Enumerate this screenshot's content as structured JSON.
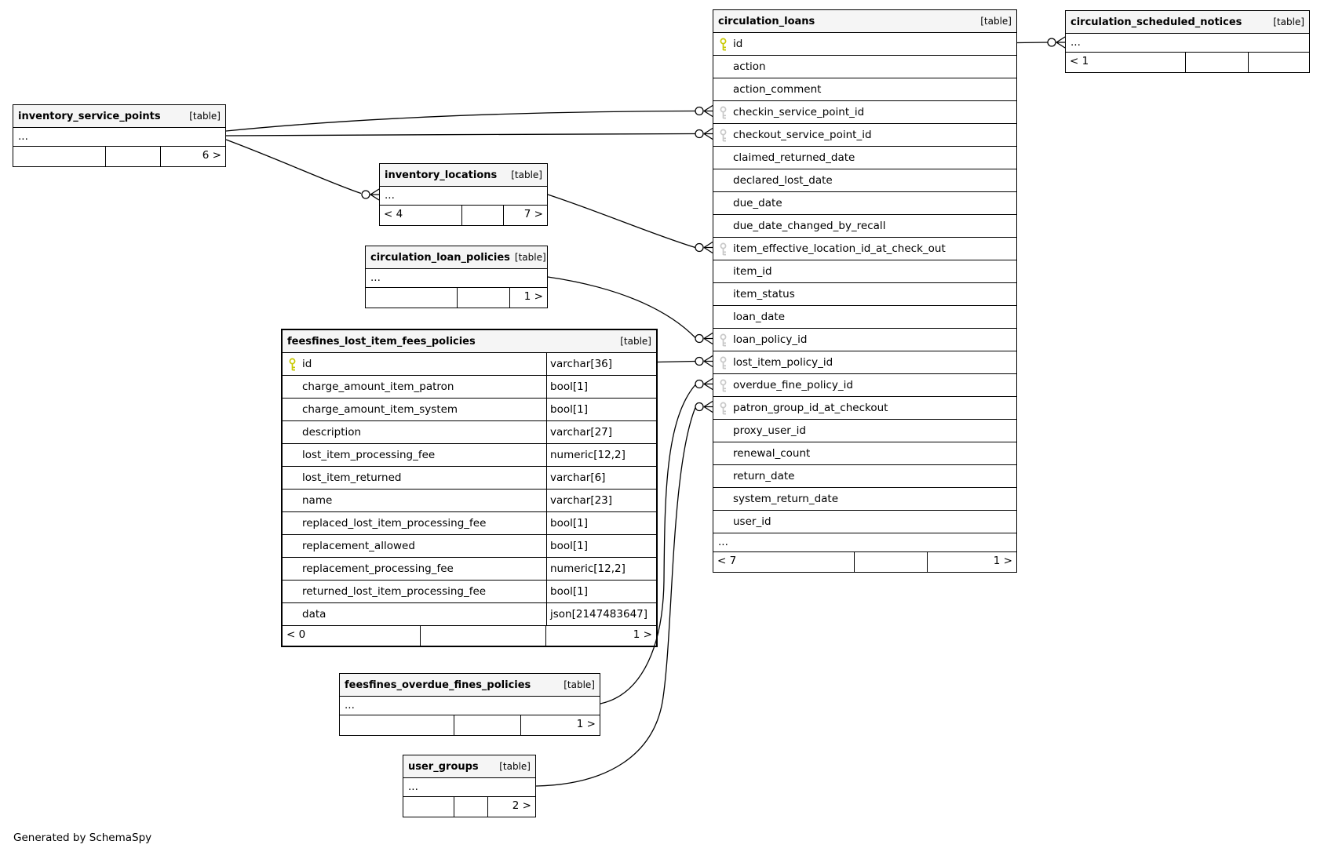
{
  "diagram": {
    "generated_note": "Generated by SchemaSpy"
  },
  "colors": {
    "pk_key": "#c8c800",
    "fk_key": "#c8c8c8",
    "header_bg": "#f5f5f5",
    "border": "#000000"
  },
  "tables": {
    "circulation_loans": {
      "title": "circulation_loans",
      "tag": "[table]",
      "rows": [
        {
          "name": "id",
          "key": "pk"
        },
        {
          "name": "action"
        },
        {
          "name": "action_comment"
        },
        {
          "name": "checkin_service_point_id",
          "key": "fk"
        },
        {
          "name": "checkout_service_point_id",
          "key": "fk"
        },
        {
          "name": "claimed_returned_date"
        },
        {
          "name": "declared_lost_date"
        },
        {
          "name": "due_date"
        },
        {
          "name": "due_date_changed_by_recall"
        },
        {
          "name": "item_effective_location_id_at_check_out",
          "key": "fk"
        },
        {
          "name": "item_id"
        },
        {
          "name": "item_status"
        },
        {
          "name": "loan_date"
        },
        {
          "name": "loan_policy_id",
          "key": "fk"
        },
        {
          "name": "lost_item_policy_id",
          "key": "fk"
        },
        {
          "name": "overdue_fine_policy_id",
          "key": "fk"
        },
        {
          "name": "patron_group_id_at_checkout",
          "key": "fk"
        },
        {
          "name": "proxy_user_id"
        },
        {
          "name": "renewal_count"
        },
        {
          "name": "return_date"
        },
        {
          "name": "system_return_date"
        },
        {
          "name": "user_id"
        }
      ],
      "ellipsis": "...",
      "footer": [
        "< 7",
        "",
        "1 >"
      ]
    },
    "circulation_scheduled_notices": {
      "title": "circulation_scheduled_notices",
      "tag": "[table]",
      "ellipsis": "...",
      "footer": [
        "< 1",
        "",
        ""
      ]
    },
    "inventory_service_points": {
      "title": "inventory_service_points",
      "tag": "[table]",
      "ellipsis": "...",
      "footer": [
        "",
        "",
        "6 >"
      ]
    },
    "inventory_locations": {
      "title": "inventory_locations",
      "tag": "[table]",
      "ellipsis": "...",
      "footer": [
        "< 4",
        "",
        "7 >"
      ]
    },
    "circulation_loan_policies": {
      "title": "circulation_loan_policies",
      "tag": "[table]",
      "ellipsis": "...",
      "footer": [
        "",
        "",
        "1 >"
      ]
    },
    "feesfines_lost_item_fees_policies": {
      "title": "feesfines_lost_item_fees_policies",
      "tag": "[table]",
      "rows": [
        {
          "name": "id",
          "key": "pk",
          "type": "varchar[36]"
        },
        {
          "name": "charge_amount_item_patron",
          "type": "bool[1]"
        },
        {
          "name": "charge_amount_item_system",
          "type": "bool[1]"
        },
        {
          "name": "description",
          "type": "varchar[27]"
        },
        {
          "name": "lost_item_processing_fee",
          "type": "numeric[12,2]"
        },
        {
          "name": "lost_item_returned",
          "type": "varchar[6]"
        },
        {
          "name": "name",
          "type": "varchar[23]"
        },
        {
          "name": "replaced_lost_item_processing_fee",
          "type": "bool[1]"
        },
        {
          "name": "replacement_allowed",
          "type": "bool[1]"
        },
        {
          "name": "replacement_processing_fee",
          "type": "numeric[12,2]"
        },
        {
          "name": "returned_lost_item_processing_fee",
          "type": "bool[1]"
        },
        {
          "name": "data",
          "type": "json[2147483647]"
        }
      ],
      "footer": [
        "< 0",
        "",
        "1 >"
      ]
    },
    "feesfines_overdue_fines_policies": {
      "title": "feesfines_overdue_fines_policies",
      "tag": "[table]",
      "ellipsis": "...",
      "footer": [
        "",
        "",
        "1 >"
      ]
    },
    "user_groups": {
      "title": "user_groups",
      "tag": "[table]",
      "ellipsis": "...",
      "footer": [
        "",
        "",
        "2 >"
      ]
    }
  },
  "relationships": [
    {
      "one": "circulation_loans.id",
      "many": "circulation_scheduled_notices"
    },
    {
      "one": "inventory_service_points",
      "many": "circulation_loans.checkin_service_point_id"
    },
    {
      "one": "inventory_service_points",
      "many": "circulation_loans.checkout_service_point_id"
    },
    {
      "one": "inventory_service_points",
      "many": "inventory_locations"
    },
    {
      "one": "inventory_locations",
      "many": "circulation_loans.item_effective_location_id_at_check_out"
    },
    {
      "one": "circulation_loan_policies",
      "many": "circulation_loans.loan_policy_id"
    },
    {
      "one": "feesfines_lost_item_fees_policies.id",
      "many": "circulation_loans.lost_item_policy_id"
    },
    {
      "one": "feesfines_overdue_fines_policies",
      "many": "circulation_loans.overdue_fine_policy_id"
    },
    {
      "one": "user_groups",
      "many": "circulation_loans.patron_group_id_at_checkout"
    }
  ]
}
